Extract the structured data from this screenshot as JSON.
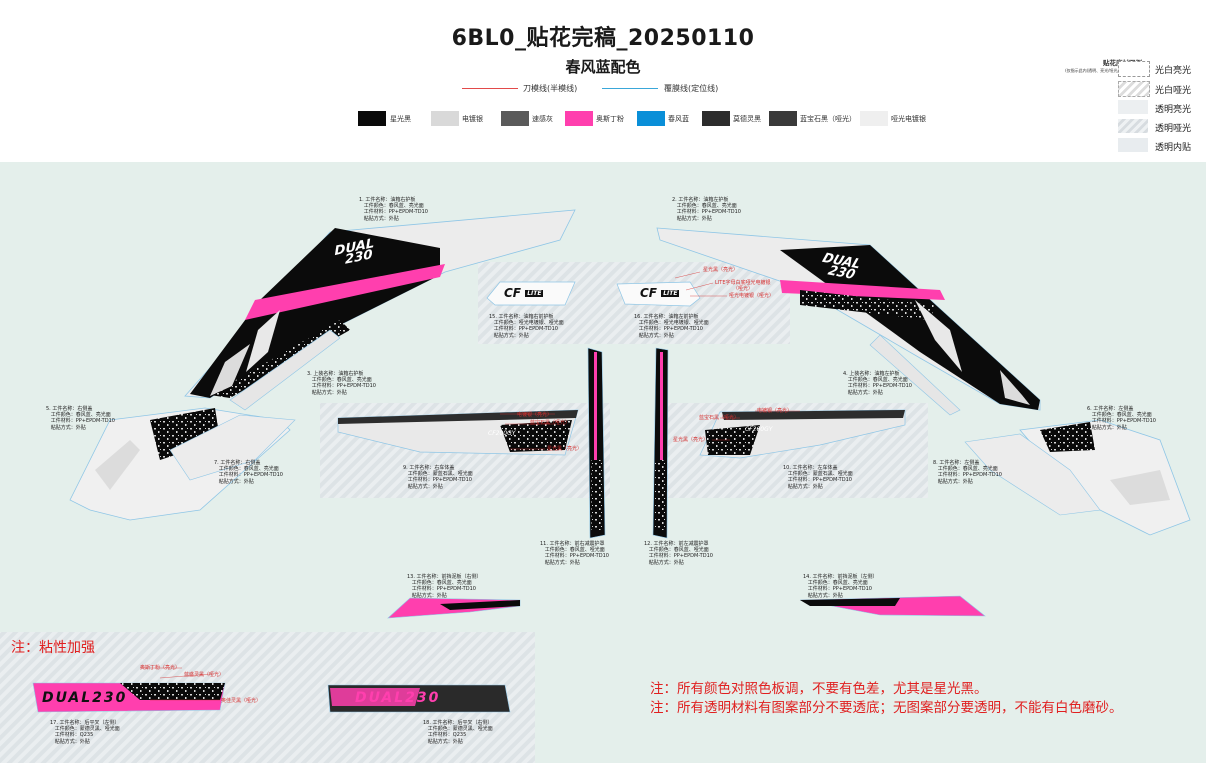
{
  "header": {
    "title": "6BL0_贴花完稿_20250110",
    "subtitle": "春风蓝配色",
    "knife_line": "刀模线(半模线)",
    "film_line": "覆膜线(定位线)"
  },
  "swatches": [
    {
      "label": "星光黑",
      "color": "#0a0a0a"
    },
    {
      "label": "电镀银",
      "color": "#d9d9d9"
    },
    {
      "label": "速感灰",
      "color": "#5a5a5a"
    },
    {
      "label": "奥斯丁粉",
      "color": "#ff3fae"
    },
    {
      "label": "春风蓝",
      "color": "#0a8fd8"
    },
    {
      "label": "莫德灵黑",
      "color": "#2c2c2c"
    },
    {
      "label": "蓝宝石黑（哑光）",
      "color": "#3a3a3a"
    },
    {
      "label": "哑光电镀银",
      "color": "#efefef"
    }
  ],
  "material_legend": {
    "title": "贴花底材图例",
    "note": "(仅指示此内(透明、亮光/哑光底贴材/内贴))",
    "items": [
      "光白亮光",
      "光白哑光",
      "透明亮光",
      "透明哑光",
      "透明内贴"
    ]
  },
  "parts": {
    "p1": "1. 工件名称：油箱右护板\n   工件颜色：春风蓝、亮光面\n   工件材料：PP+EPDM-TD10\n   粘贴方式：外贴",
    "p2": "2. 工件名称：油箱左护板\n   工件颜色：春风蓝、亮光面\n   工件材料：PP+EPDM-TD10\n   粘贴方式：外贴",
    "p3": "3. 上装名称：油箱右护板\n   工件颜色：春风蓝、亮光面\n   工件材料：PP+EPDM-TD10\n   粘贴方式：外贴",
    "p4": "4. 上装名称：油箱左护板\n   工件颜色：春风蓝、亮光面\n   工件材料：PP+EPDM-TD10\n   粘贴方式：外贴",
    "p5": "5. 工件名称：右侧盖\n   工件颜色：春风蓝、亮光面\n   工件材料：PP+EPDM-TD10\n   粘贴方式：外贴",
    "p6": "6. 工件名称：左侧盖\n   工件颜色：春风蓝、亮光面\n   工件材料：PP+EPDM-TD10\n   粘贴方式：外贴",
    "p7": "7. 工件名称：右侧盖\n   工件颜色：春风蓝、亮光面\n   工件材料：PP+EPDM-TD10\n   粘贴方式：外贴",
    "p8": "8. 工件名称：左侧盖\n   工件颜色：春风蓝、亮光面\n   工件材料：PP+EPDM-TD10\n   粘贴方式：外贴",
    "p9": "9. 工件名称：右车体盖\n   工件颜色：蒙蓝石黑、哑光面\n   工件材料：PP+EPDM-TD10\n   粘贴方式：外贴",
    "p10": "10. 工件名称：左车体盖\n   工件颜色：蒙蓝石黑、哑光面\n   工件材料：PP+EPDM-TD10\n   粘贴方式：外贴",
    "p11": "11. 工件名称：前右减震护罩\n   工件颜色：春风蓝、哑光面\n   工件材料：PP+EPDM-TD10\n   粘贴方式：外贴",
    "p12": "12. 工件名称：前左减震护罩\n   工件颜色：春风蓝、哑光面\n   工件材料：PP+EPDM-TD10\n   粘贴方式：外贴",
    "p13": "13. 工件名称：前挡泥板（右侧）\n   工件颜色：春风蓝、亮光面\n   工件材料：PP+EPDM-TD10\n   粘贴方式：外贴",
    "p14": "14. 工件名称：前挡泥板（左侧）\n   工件颜色：春风蓝、亮光面\n   工件材料：PP+EPDM-TD10\n   粘贴方式：外贴",
    "p15": "15. 工件名称：油箱右前护板\n   工件颜色：哑光电镀银、哑光面\n   工件材料：PP+EPDM-TD10\n   粘贴方式：外贴",
    "p16": "16. 工件名称：油箱左前护板\n   工件颜色：哑光电镀银、哑光面\n   工件材料：PP+EPDM-TD10\n   粘贴方式：外贴",
    "p17": "17. 工件名称：后平叉（左侧）\n   工件颜色：蒙德灵黑、哑光面\n   工件材料：Q235\n   粘贴方式：外贴",
    "p18": "18. 工件名称：后平叉（右侧）\n   工件颜色：蒙德灵黑、哑光面\n   工件材料：Q235\n   粘贴方式：外贴"
  },
  "callouts": {
    "c16a": "星光黑（亮光）",
    "c16b": "LITE字母白底哑光电镀银",
    "c16c": "（哑光）",
    "c16d": "哑光电镀银（哑光）",
    "c9a": "电镀银（亮光）",
    "c9b": "蓝宝石黑（哑光）",
    "c9c": "星光黑（亮光）",
    "c10a": "电镀银（亮光）",
    "c10b": "蓝宝石黑（哑光）",
    "c10c": "星光黑（亮光）",
    "c17a": "奥斯丁粉（亮光）",
    "c17b": "蓝盛灵黑（哑光）",
    "c17c": "奥佳灵黑（哑光）"
  },
  "decals": {
    "dual_text": "DUAL",
    "dual_num": "230",
    "cf_text": "CF",
    "lite_text": "LITE",
    "model_text": "CF200GY"
  },
  "notes": {
    "adhesive": "注：粘性加强",
    "color_note": "注：所有颜色对照色板调，不要有色差，尤其是星光黑。",
    "transparent_note": "注：所有透明材料有图案部分不要透底；无图案部分要透明，不能有白色磨砂。"
  }
}
